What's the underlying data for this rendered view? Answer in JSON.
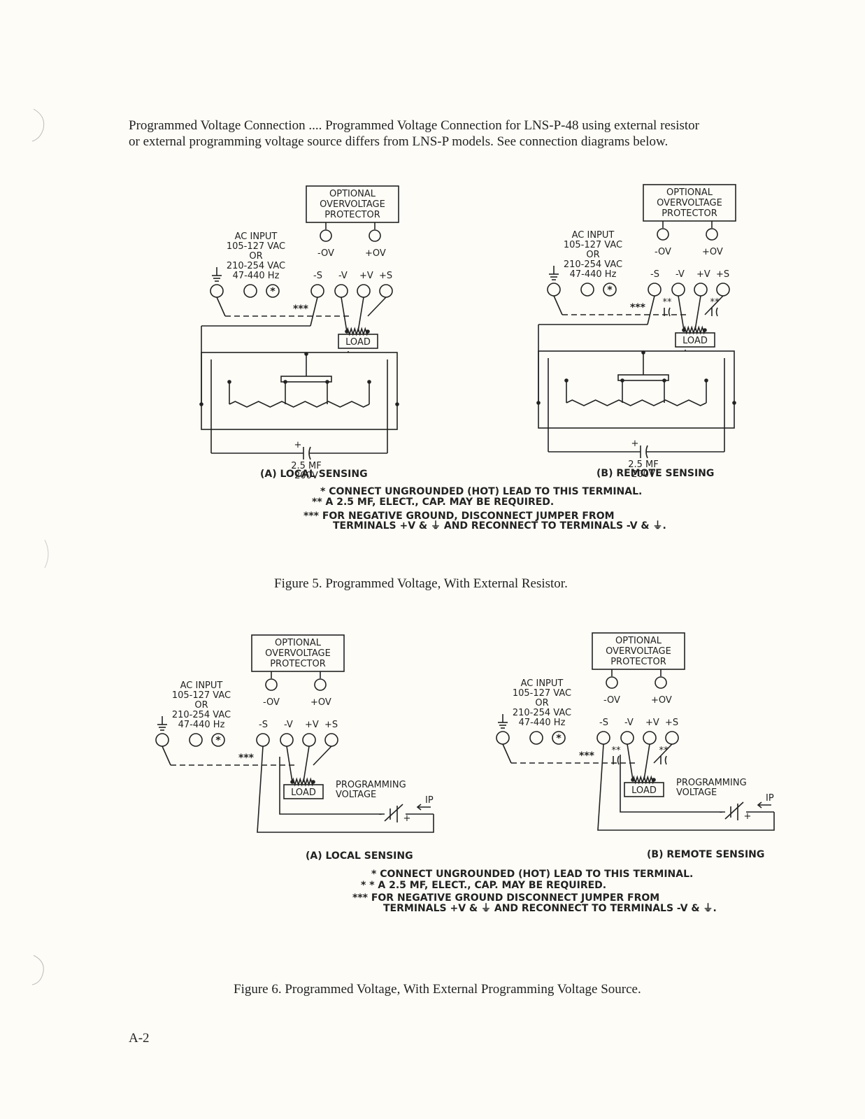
{
  "intro": {
    "line1": "Programmed Voltage Connection .... Programmed Voltage Connection for LNS-P-48 using external resistor",
    "line2": "or external programming voltage source differs from LNS-P models.  See connection diagrams below."
  },
  "labels": {
    "ovp_line1": "OPTIONAL",
    "ovp_line2": "OVERVOLTAGE",
    "ovp_line3": "PROTECTOR",
    "ac_line1": "AC INPUT",
    "ac_line2": "105-127 VAC",
    "ac_line3": "OR",
    "ac_line4": "210-254 VAC",
    "ac_line5": "47-440 Hz",
    "minus_ov": "-OV",
    "plus_ov": "+OV",
    "minus_s": "-S",
    "minus_v": "-V",
    "plus_v": "+V",
    "plus_s": "+S",
    "jumper": "***",
    "load": "LOAD",
    "cap_value1": "2.5 MF",
    "cap_value2": "200V",
    "prog_line1": "PROGRAMMING",
    "prog_line2": "VOLTAGE",
    "ip": "IP",
    "double_star": "**"
  },
  "figure5": {
    "sub_a": "(A) LOCAL SENSING",
    "sub_b": "(B) REMOTE SENSING",
    "note1": "* CONNECT UNGROUNDED (HOT) LEAD TO THIS TERMINAL.",
    "note2": "** A 2.5 MF, ELECT., CAP. MAY BE REQUIRED.",
    "note3a": "*** FOR NEGATIVE GROUND, DISCONNECT JUMPER FROM",
    "note3b": "TERMINALS +V & ⏚ AND RECONNECT TO TERMINALS -V & ⏚.",
    "caption": "Figure 5.  Programmed Voltage, With External Resistor."
  },
  "figure6": {
    "sub_a": "(A) LOCAL SENSING",
    "sub_b": "(B) REMOTE SENSING",
    "note1": "* CONNECT UNGROUNDED (HOT) LEAD TO THIS TERMINAL.",
    "note2": "* * A 2.5 MF, ELECT., CAP. MAY BE REQUIRED.",
    "note3a": "*** FOR NEGATIVE GROUND DISCONNECT JUMPER FROM",
    "note3b": "TERMINALS +V & ⏚ AND RECONNECT TO TERMINALS -V & ⏚.",
    "caption": "Figure 6.  Programmed Voltage, With External Programming Voltage Source."
  },
  "page_number": "A-2"
}
